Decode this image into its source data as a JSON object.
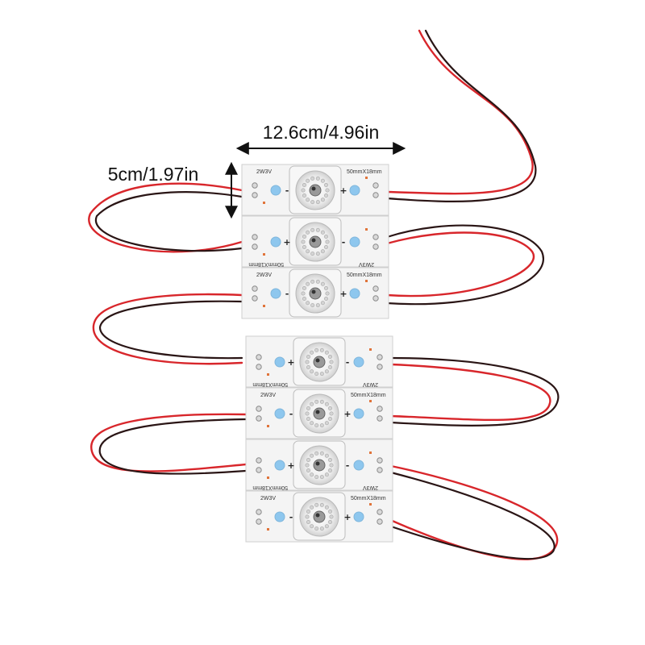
{
  "product_photo": {
    "dimensions": {
      "width_label": "12.6cm/4.96in",
      "height_label": "5cm/1.97in"
    },
    "strips": [
      {
        "modules": [
          {
            "power": "2W3V",
            "size": "50mmX18mm",
            "flipped": false
          },
          {
            "power": "2W3V",
            "size": "50mmX18mm",
            "flipped": true
          },
          {
            "power": "2W3V",
            "size": "50mmX18mm",
            "flipped": false
          }
        ]
      },
      {
        "modules": [
          {
            "power": "2W3V",
            "size": "50mmX18mm",
            "flipped": true
          },
          {
            "power": "2W3V",
            "size": "50mmX18mm",
            "flipped": false
          },
          {
            "power": "2W3V",
            "size": "50mmX18mm",
            "flipped": true
          },
          {
            "power": "2W3V",
            "size": "50mmX18mm",
            "flipped": false
          }
        ]
      }
    ],
    "colors": {
      "board": "#f4f4f4",
      "lens": "#e9e9e9",
      "smd_led": "#8ec7ee",
      "wire_red": "#d8262b",
      "wire_black": "#2a1515",
      "arrow": "#111111"
    }
  }
}
